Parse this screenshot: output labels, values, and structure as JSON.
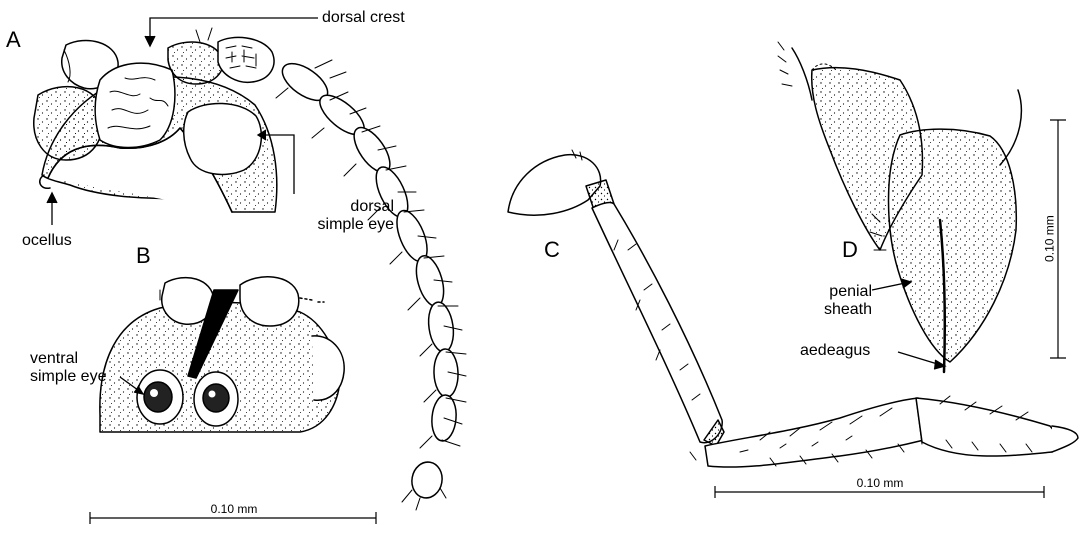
{
  "panels": {
    "a": "A",
    "b": "B",
    "c": "C",
    "d": "D"
  },
  "labels": {
    "dorsal_crest": "dorsal crest",
    "ocellus": "ocellus",
    "dorsal_simple_eye_line1": "dorsal",
    "dorsal_simple_eye_line2": "simple eye",
    "ventral_simple_eye_line1": "ventral",
    "ventral_simple_eye_line2": "simple eye",
    "penial_sheath_line1": "penial",
    "penial_sheath_line2": "sheath",
    "aedeagus": "aedeagus"
  },
  "scale_bars": {
    "ab": "0.10 mm",
    "c": "0.10 mm",
    "d": "0.10 mm"
  },
  "colors": {
    "ink": "#000000",
    "paper": "#ffffff",
    "eye_iris": "#222222"
  }
}
